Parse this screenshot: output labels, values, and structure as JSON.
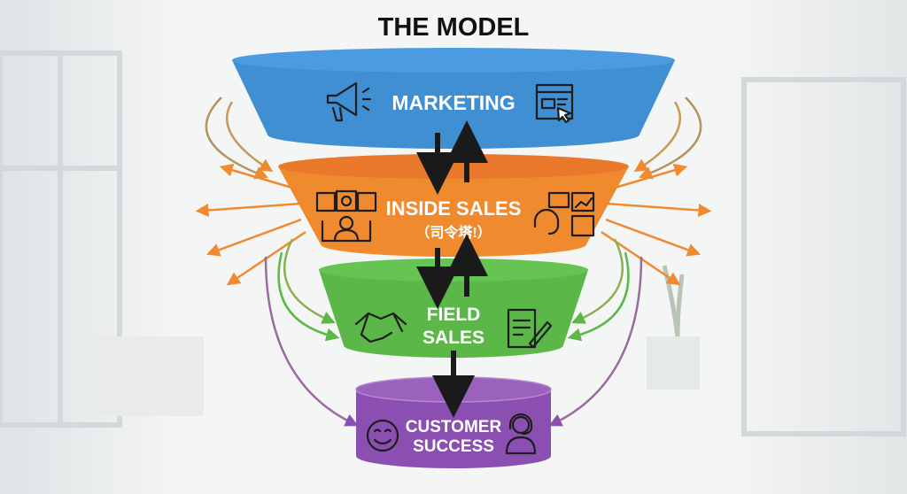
{
  "title": "THE MODEL",
  "stages": [
    {
      "id": "marketing",
      "lines": [
        "MARKETING"
      ],
      "color": "#3f8fd2",
      "icons": [
        "megaphone-icon",
        "browser-click-icon"
      ]
    },
    {
      "id": "inside-sales",
      "lines": [
        "INSIDE SALES",
        "（司令塔!）"
      ],
      "color": "#ef8a2f",
      "icons": [
        "monitoring-desk-icon",
        "headset-dashboard-icon"
      ]
    },
    {
      "id": "field-sales",
      "lines": [
        "FIELD",
        "SALES"
      ],
      "color": "#5bb848",
      "icons": [
        "handshake-icon",
        "contract-sign-icon"
      ]
    },
    {
      "id": "customer-success",
      "lines": [
        "CUSTOMER",
        "SUCCESS"
      ],
      "color": "#8b4fb1",
      "icons": [
        "smiley-icon",
        "support-agent-icon"
      ]
    }
  ],
  "colors": {
    "arrow": "#1a1a1a",
    "background": "#eef0f1"
  }
}
